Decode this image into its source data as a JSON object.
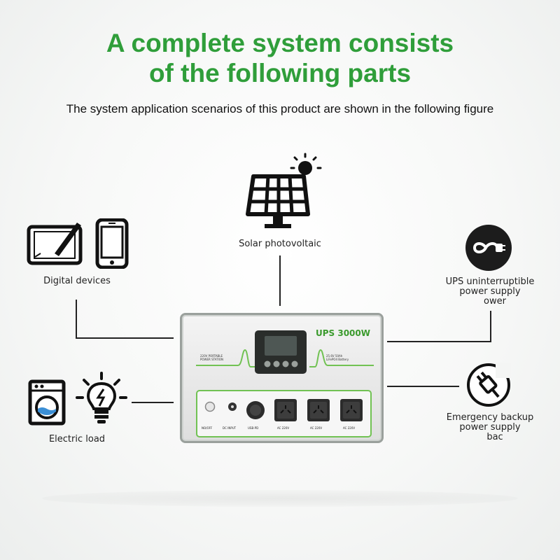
{
  "header": {
    "title_line1": "A complete system consists",
    "title_line2": "of the following parts",
    "subtitle": "The system application scenarios of this product are shown in the following figure"
  },
  "nodes": {
    "solar": {
      "label": "Solar photovoltaic",
      "icon": "solar-panel-icon"
    },
    "digital": {
      "label": "Digital devices",
      "icons": [
        "tablet-icon",
        "smartphone-icon"
      ]
    },
    "ups": {
      "label_line1": "UPS uninterruptible",
      "label_line2": "power supply",
      "ghost": "ower",
      "icon": "ups-infinity-plug-icon"
    },
    "emergency": {
      "label_line1": "Emergency backup",
      "label_line2": "power supply",
      "ghost": "bac",
      "icon": "plug-icon"
    },
    "electric_load": {
      "label": "Electric load",
      "icons": [
        "washing-machine-icon",
        "lightbulb-icon"
      ]
    }
  },
  "device": {
    "model": "UPS 3000W",
    "left_spec_line1": "220V PORTABLE",
    "left_spec_line2": "POWER STATION",
    "right_spec_line1": "25.6V 50Ah",
    "right_spec_line2": "LiFePO4 Battery",
    "ports": [
      "NO/OFF",
      "DC INPUT",
      "USB-PD",
      "AC 220V",
      "AC 220V",
      "AC 220V"
    ]
  },
  "colors": {
    "title_green": "#2f9e3a",
    "device_green": "#71c253",
    "line": "#222222"
  }
}
